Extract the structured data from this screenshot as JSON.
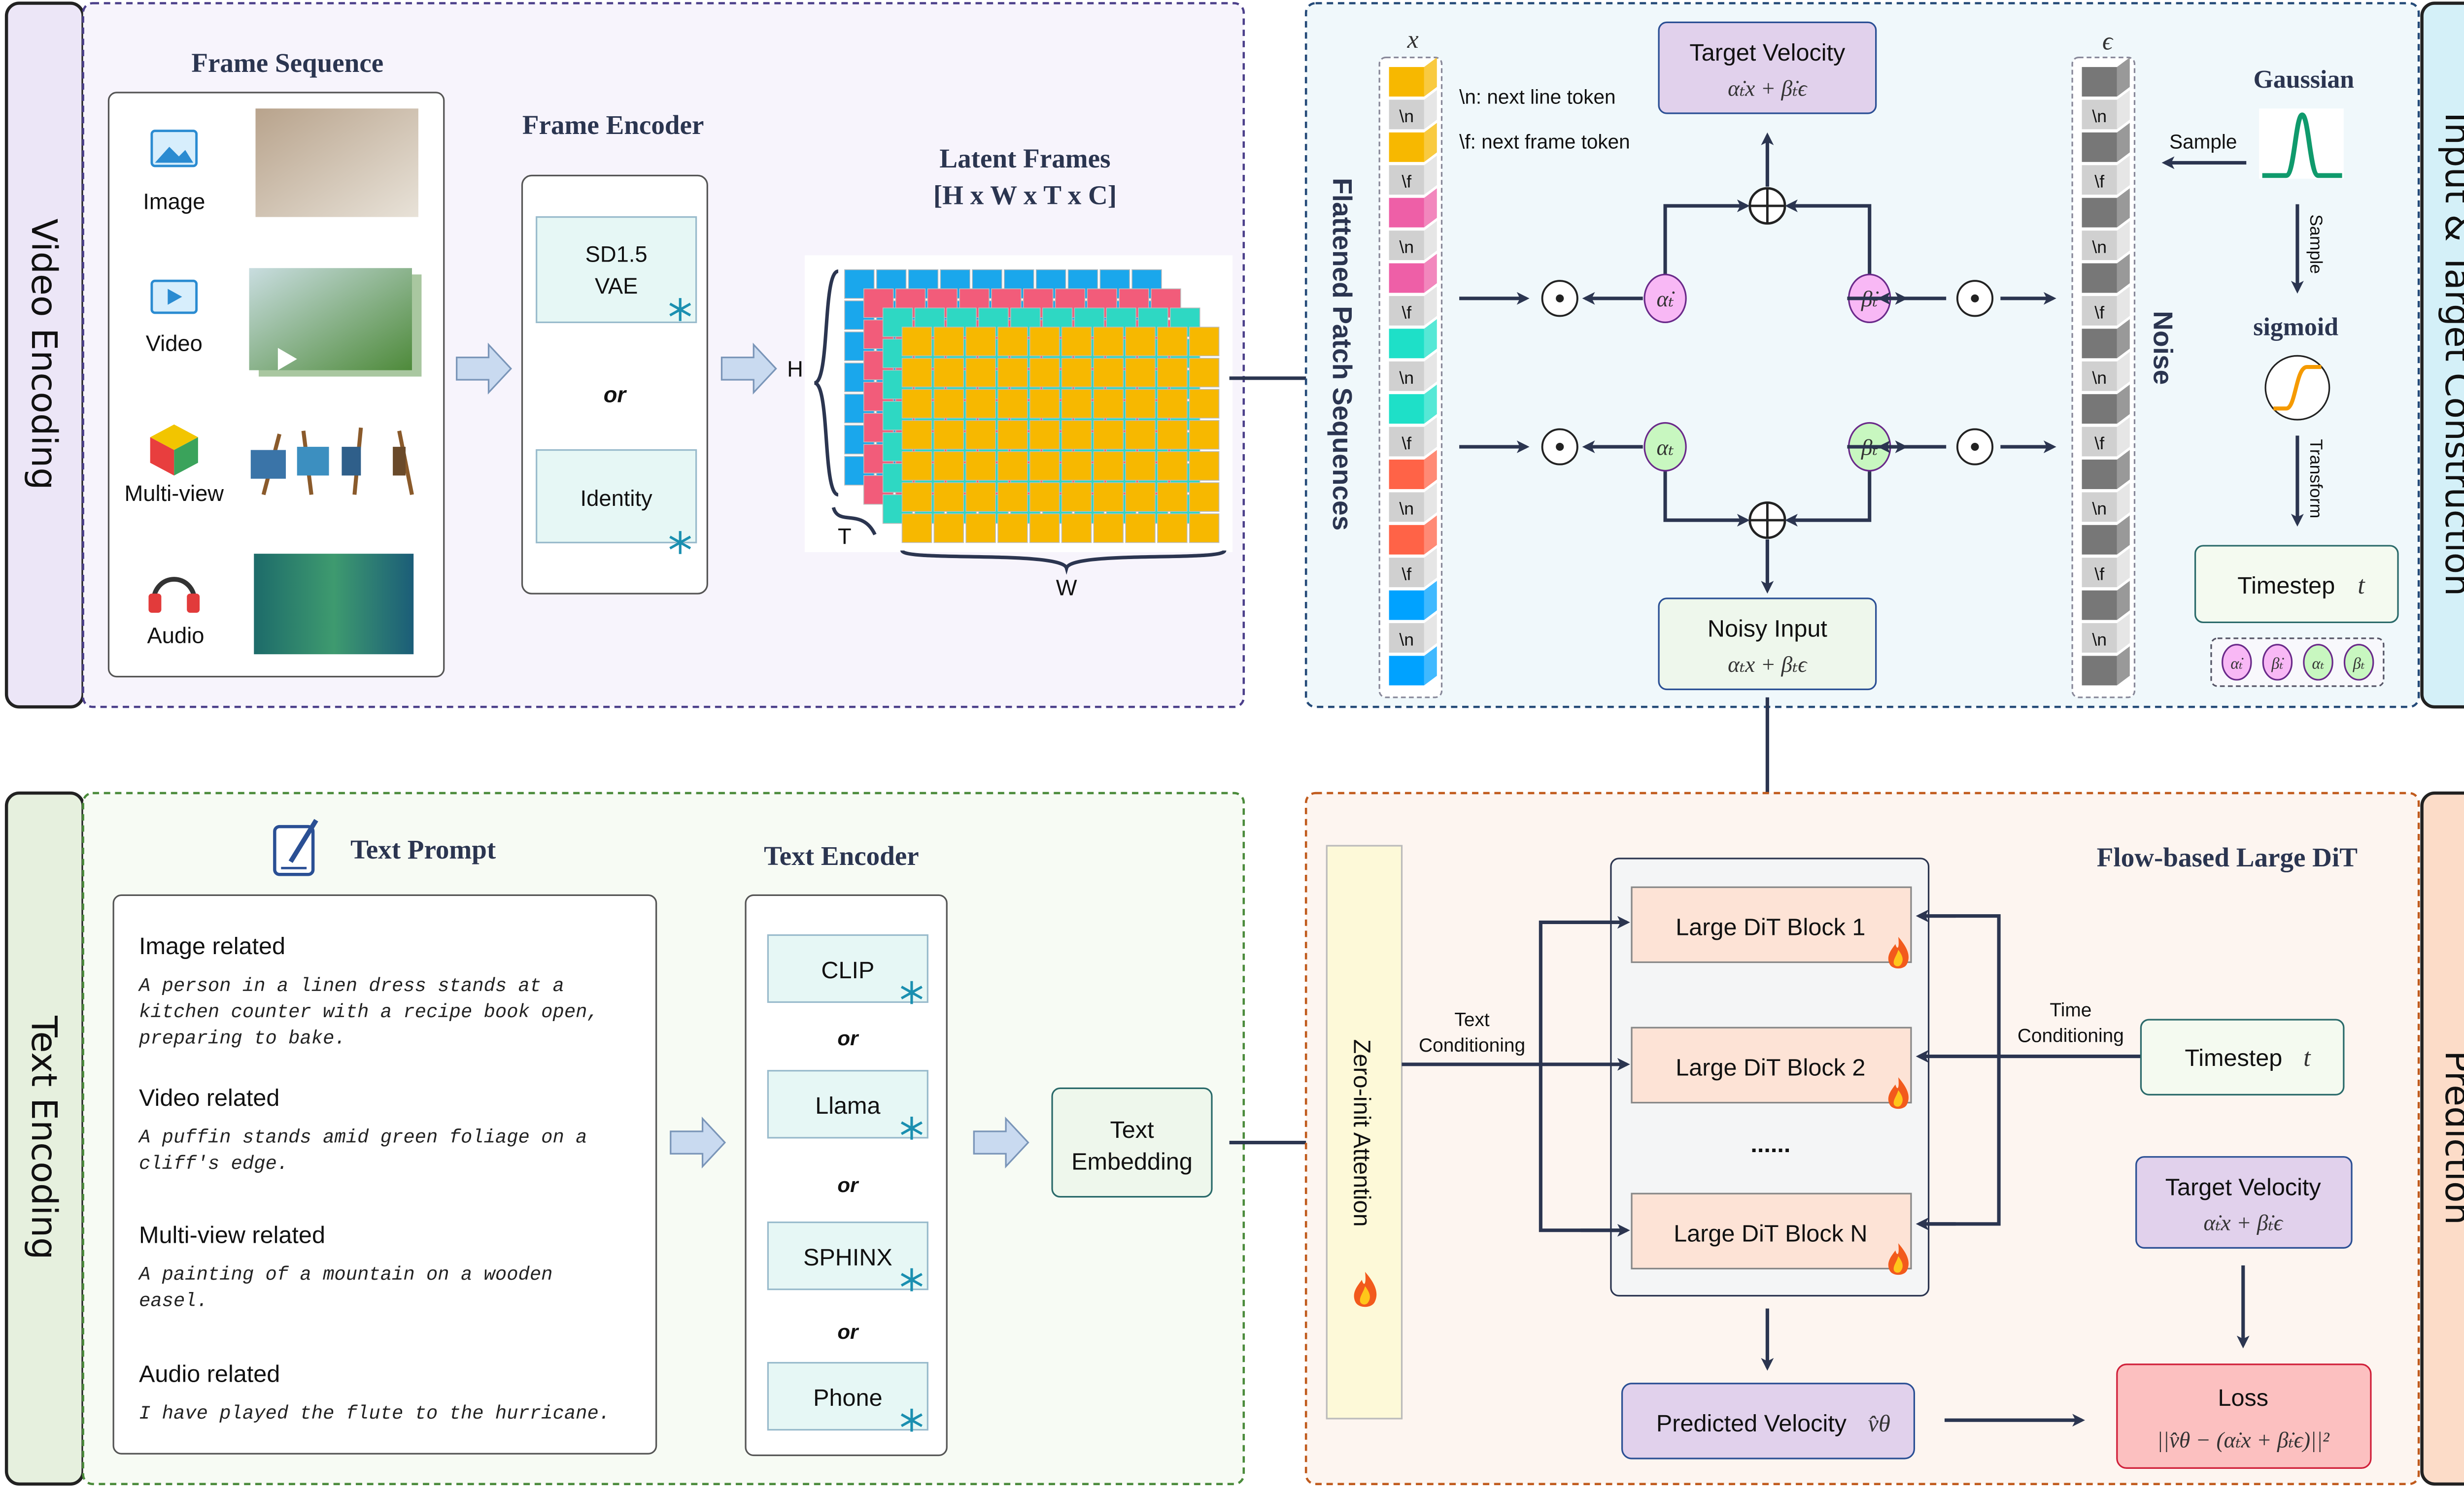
{
  "video_encoding": {
    "section_label": "Video Encoding",
    "frame_sequence": {
      "title": "Frame Sequence",
      "items": [
        {
          "label": "Image",
          "icon": "image-icon"
        },
        {
          "label": "Video",
          "icon": "video-icon"
        },
        {
          "label": "Multi-view",
          "icon": "cube-icon"
        },
        {
          "label": "Audio",
          "icon": "headphones-icon"
        }
      ]
    },
    "frame_encoder": {
      "title": "Frame Encoder",
      "option1": "SD1.5",
      "option1b": "VAE",
      "or": "or",
      "option2": "Identity",
      "frozen_icon": "snowflake-icon"
    },
    "latent_frames": {
      "title": "Latent Frames",
      "shape": "[H x W x T x C]",
      "h": "H",
      "w": "W",
      "t": "T",
      "layer_colors": [
        "#1aa7ec",
        "#f25c7a",
        "#2ed8c3",
        "#f7b800"
      ]
    }
  },
  "input_target": {
    "section_label": "Input & Target Construction",
    "flattened_label": "Flattened Patch Sequences",
    "x_label": "x",
    "eps_label": "ϵ",
    "noise_label": "Noise",
    "legend_n": "\\n: next line token",
    "legend_f": "\\f: next frame token",
    "x_sequence": [
      "#f7b800",
      "\\n",
      "#f7b800",
      "\\f",
      "#ee5fa7",
      "\\n",
      "#ee5fa7",
      "\\f",
      "#1ee0c8",
      "\\n",
      "#1ee0c8",
      "\\f",
      "#ff6347",
      "\\n",
      "#ff6347",
      "\\f",
      "#00a2ff",
      "\\n",
      "#00a2ff"
    ],
    "noise_sequence": [
      "#777777",
      "\\n",
      "#777777",
      "\\f",
      "#777777",
      "\\n",
      "#777777",
      "\\f",
      "#777777",
      "\\n",
      "#777777",
      "\\f",
      "#777777",
      "\\n",
      "#777777",
      "\\f",
      "#777777",
      "\\n",
      "#777777"
    ],
    "target_velocity": {
      "title": "Target Velocity",
      "formula": "α̇ₜx + β̇ₜϵ"
    },
    "noisy_input": {
      "title": "Noisy Input",
      "formula": "αₜx + βₜϵ"
    },
    "coef": {
      "alpha_dot": "α̇ₜ",
      "beta_dot": "β̇ₜ",
      "alpha": "αₜ",
      "beta": "βₜ"
    },
    "gaussian": "Gaussian",
    "sample": "Sample",
    "sample_vertical": "Sample",
    "sigmoid": "sigmoid",
    "transform": "Transform",
    "timestep": {
      "label": "Timestep",
      "var": "t"
    },
    "colors": {
      "dot_coef": "#f8b8f5",
      "coef": "#c8f7c0"
    }
  },
  "text_encoding": {
    "section_label": "Text Encoding",
    "prompt_title": "Text Prompt",
    "prompts": [
      {
        "heading": "Image related",
        "lines": [
          "A person in a linen dress stands at a",
          "kitchen counter with a recipe book open,",
          "preparing to bake."
        ]
      },
      {
        "heading": "Video related",
        "lines": [
          "A puffin stands amid green foliage on a",
          "cliff's edge."
        ]
      },
      {
        "heading": "Multi-view related",
        "lines": [
          "A painting of a mountain on a wooden",
          "easel."
        ]
      },
      {
        "heading": "Audio related",
        "lines": [
          "I have played the flute to the hurricane."
        ]
      }
    ],
    "encoder_title": "Text Encoder",
    "encoders": [
      "CLIP",
      "Llama",
      "SPHINX",
      "Phone"
    ],
    "or": "or",
    "embedding": [
      "Text",
      "Embedding"
    ]
  },
  "prediction": {
    "section_label": "Prediction",
    "zero_init": "Zero-init Attention",
    "title": "Flow-based Large DiT",
    "blocks": [
      "Large DiT Block 1",
      "Large DiT Block 2",
      "Large DiT Block N"
    ],
    "ellipsis": "......",
    "text_cond": [
      "Text",
      "Conditioning"
    ],
    "time_cond": [
      "Time",
      "Conditioning"
    ],
    "timestep": {
      "label": "Timestep",
      "var": "t"
    },
    "target_velocity": {
      "title": "Target Velocity",
      "formula": "α̇ₜx + β̇ₜϵ"
    },
    "predicted_velocity": {
      "title": "Predicted Velocity",
      "var": "v̂θ"
    },
    "loss": {
      "title": "Loss",
      "formula": "||v̂θ − (α̇ₜx + β̇ₜϵ)||²"
    },
    "trainable_icon": "fire-icon"
  }
}
